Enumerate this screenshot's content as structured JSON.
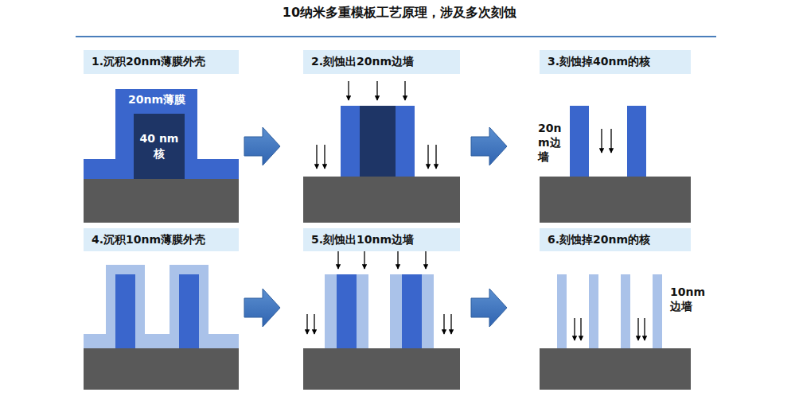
{
  "diagram": {
    "title": "10纳米多重模板工艺原理，涉及多次刻蚀",
    "nodes": [
      {
        "text": [
          "1.沉积20nm薄膜外壳"
        ]
      },
      {
        "text": [
          "40 nm 核"
        ]
      },
      {
        "text": [
          "2.刻蚀出20nm边墙"
        ]
      },
      {
        "text": [
          "3.刻蚀掉40nm的核"
        ]
      },
      {
        "text": [
          "4.沉积10nm薄膜外壳"
        ]
      },
      {
        "text": [
          "5.刻蚀出10nm边墙"
        ]
      },
      {
        "text": [
          "6.刻蚀掉20nm的核"
        ]
      }
    ],
    "labels": [
      "20nm薄膜",
      "20nm边墙",
      "10nm边墙"
    ]
  }
}
